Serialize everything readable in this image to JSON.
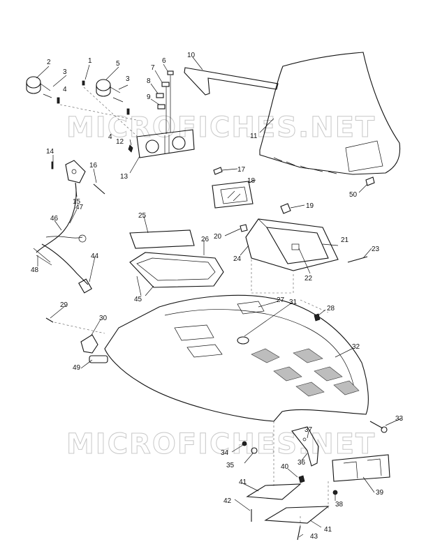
{
  "watermark": "MICROFICHES.NET",
  "labels": [
    {
      "id": "p1",
      "text": "1"
    },
    {
      "id": "p2",
      "text": "2"
    },
    {
      "id": "p3a",
      "text": "3"
    },
    {
      "id": "p3b",
      "text": "3"
    },
    {
      "id": "p4a",
      "text": "4"
    },
    {
      "id": "p4b",
      "text": "4"
    },
    {
      "id": "p5",
      "text": "5"
    },
    {
      "id": "p6",
      "text": "6"
    },
    {
      "id": "p7",
      "text": "7"
    },
    {
      "id": "p8",
      "text": "8"
    },
    {
      "id": "p9",
      "text": "9"
    },
    {
      "id": "p10",
      "text": "10"
    },
    {
      "id": "p11",
      "text": "11"
    },
    {
      "id": "p12",
      "text": "12"
    },
    {
      "id": "p13",
      "text": "13"
    },
    {
      "id": "p14",
      "text": "14"
    },
    {
      "id": "p15",
      "text": "15"
    },
    {
      "id": "p16",
      "text": "16"
    },
    {
      "id": "p17",
      "text": "17"
    },
    {
      "id": "p18",
      "text": "18"
    },
    {
      "id": "p19",
      "text": "19"
    },
    {
      "id": "p20",
      "text": "20"
    },
    {
      "id": "p21",
      "text": "21"
    },
    {
      "id": "p22",
      "text": "22"
    },
    {
      "id": "p23",
      "text": "23"
    },
    {
      "id": "p24",
      "text": "24"
    },
    {
      "id": "p25",
      "text": "25"
    },
    {
      "id": "p26",
      "text": "26"
    },
    {
      "id": "p27",
      "text": "27"
    },
    {
      "id": "p28",
      "text": "28"
    },
    {
      "id": "p29",
      "text": "29"
    },
    {
      "id": "p30",
      "text": "30"
    },
    {
      "id": "p31",
      "text": "31"
    },
    {
      "id": "p32",
      "text": "32"
    },
    {
      "id": "p33",
      "text": "33"
    },
    {
      "id": "p34",
      "text": "34"
    },
    {
      "id": "p35",
      "text": "35"
    },
    {
      "id": "p36",
      "text": "36"
    },
    {
      "id": "p37",
      "text": "37"
    },
    {
      "id": "p38",
      "text": "38"
    },
    {
      "id": "p39",
      "text": "39"
    },
    {
      "id": "p40",
      "text": "40"
    },
    {
      "id": "p41a",
      "text": "41"
    },
    {
      "id": "p41b",
      "text": "41"
    },
    {
      "id": "p42",
      "text": "42"
    },
    {
      "id": "p43",
      "text": "43"
    },
    {
      "id": "p44",
      "text": "44"
    },
    {
      "id": "p45",
      "text": "45"
    },
    {
      "id": "p46",
      "text": "46"
    },
    {
      "id": "p47",
      "text": "47"
    },
    {
      "id": "p48",
      "text": "48"
    },
    {
      "id": "p49",
      "text": "49"
    },
    {
      "id": "p50",
      "text": "50"
    }
  ]
}
